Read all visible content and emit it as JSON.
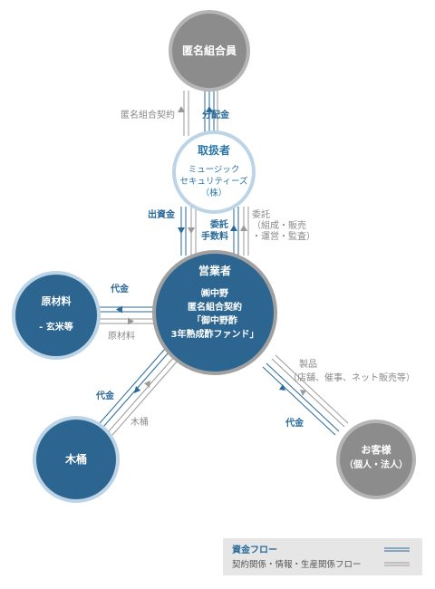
{
  "nodes": {
    "anonymous_members": {
      "label": "匿名組合員"
    },
    "handler": {
      "title": "取扱者",
      "line1": "ミュージック",
      "line2": "セキュリティーズ",
      "line3": "（株）"
    },
    "operator": {
      "title": "営業者",
      "line1": "㈱中野",
      "line2": "匿名組合契約",
      "line3": "「御中野酢",
      "line4": "3年熟成酢ファンド」"
    },
    "raw_materials": {
      "line1": "原材料",
      "line2": "- 玄米等"
    },
    "barrel": {
      "label": "木桶"
    },
    "customer": {
      "line1": "お客様",
      "line2": "（個人・法人）"
    }
  },
  "edges": {
    "member_handler": {
      "contract": "匿名組合契約",
      "distribution": "分配金"
    },
    "handler_operator": {
      "investment": "出資金",
      "commission_1": "委託",
      "commission_2": "手数料",
      "entrust_1": "委託",
      "entrust_2": "（組成・販売",
      "entrust_3": "・運営・監査）"
    },
    "operator_raw": {
      "payment": "代金",
      "materials": "原材料"
    },
    "operator_barrel": {
      "payment": "代金",
      "barrel": "木桶"
    },
    "operator_customer": {
      "product_1": "製品",
      "product_2": "（店舗、催事、ネット販売等）",
      "payment": "代金"
    }
  },
  "legend": {
    "money_flow": "資金フロー",
    "contract_flow": "契約関係・情報・生産関係フロー"
  },
  "colors": {
    "dark_node": "#2c6590",
    "gray_node": "#8c8c8c",
    "ring_light": "#bcd4e6",
    "ring_gray": "#b5b5b5",
    "money_line": "#2a6a9a",
    "contract_line": "#999999",
    "legend_bg": "#e6e6e6"
  }
}
